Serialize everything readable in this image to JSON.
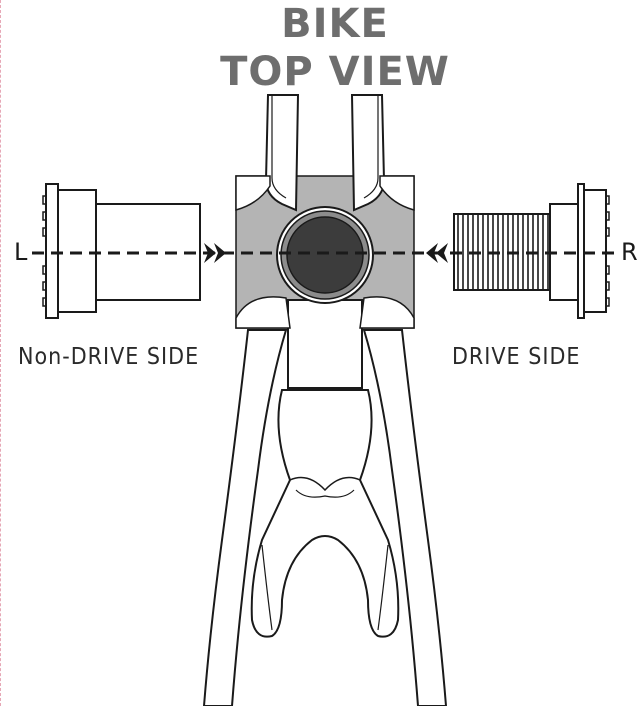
{
  "title": {
    "line1": "BIKE",
    "line2": "TOP VIEW"
  },
  "labels": {
    "left_letter": "L",
    "right_letter": "R",
    "non_drive_side": "Non-DRIVE SIDE",
    "drive_side": "DRIVE SIDE"
  },
  "colors": {
    "title": "#6e6e6e",
    "bb_shell_plate": "#b4b4b4",
    "bb_hole": "#3c3c3c",
    "line": "#1a1a1a"
  }
}
